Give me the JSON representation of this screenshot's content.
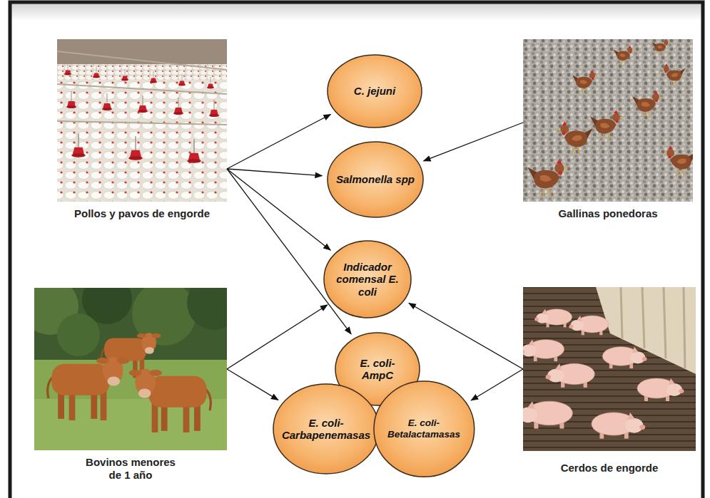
{
  "diagram": {
    "nodes": [
      {
        "text": [
          "Pollos y pavos de engorde"
        ]
      },
      {
        "text": [
          "Gallinas ponedoras"
        ]
      },
      {
        "text": [
          "C. jejuni"
        ]
      },
      {
        "text": [
          "Salmonella spp"
        ]
      },
      {
        "text": [
          "Indicador comensal E. coli"
        ]
      },
      {
        "text": [
          "E. coli-AmpC"
        ]
      },
      {
        "text": [
          "E. coli-Carbapenemasas"
        ]
      },
      {
        "text": [
          "E. coli-Betalactamasas"
        ]
      },
      {
        "text": [
          "Bovinos menores de 1 año"
        ]
      },
      {
        "text": [
          "Cerdos de engorde"
        ]
      }
    ],
    "edges": [
      {
        "from": 0,
        "to": 2,
        "arrow": "to"
      },
      {
        "from": 0,
        "to": 3,
        "arrow": "to"
      },
      {
        "from": 0,
        "to": 4,
        "arrow": "to"
      },
      {
        "from": 0,
        "to": 5,
        "arrow": "to"
      },
      {
        "from": 1,
        "to": 3,
        "arrow": "to"
      },
      {
        "from": 8,
        "to": 4,
        "arrow": "to"
      },
      {
        "from": 8,
        "to": 6,
        "arrow": "to"
      },
      {
        "from": 9,
        "to": 4,
        "arrow": "to"
      },
      {
        "from": 9,
        "to": 7,
        "arrow": "to"
      }
    ]
  }
}
